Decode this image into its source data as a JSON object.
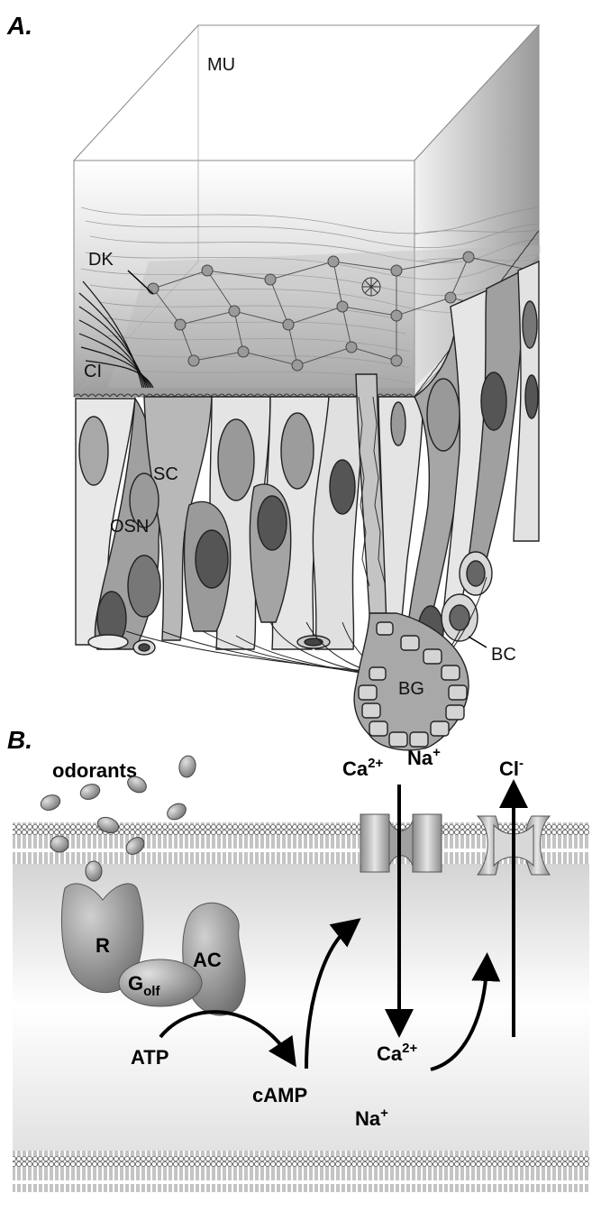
{
  "panel_a": {
    "label": "A.",
    "labels": {
      "mu": "MU",
      "dk": "DK",
      "ci": "CI",
      "sc": "SC",
      "osn": "OSN",
      "bc": "BC",
      "bg": "BG"
    }
  },
  "panel_b": {
    "label": "B.",
    "odorants": "odorants",
    "receptor": "R",
    "golf_main": "G",
    "golf_sub": "olf",
    "ac": "AC",
    "atp": "ATP",
    "camp": "cAMP",
    "ca_top": "Ca",
    "ca_top_sup": "2+",
    "na_top": "Na",
    "na_top_sup": "+",
    "cl": "Cl",
    "cl_sup": "-",
    "ca_bottom": "Ca",
    "ca_bottom_sup": "2+",
    "na_bottom": "Na",
    "na_bottom_sup": "+"
  },
  "colors": {
    "protein": "#8a8a8a",
    "membrane": "#9a9a9a",
    "cell_light": "#e6e6e6",
    "cell_mid": "#a8a8a8",
    "nucleus": "#5a5a5a"
  }
}
